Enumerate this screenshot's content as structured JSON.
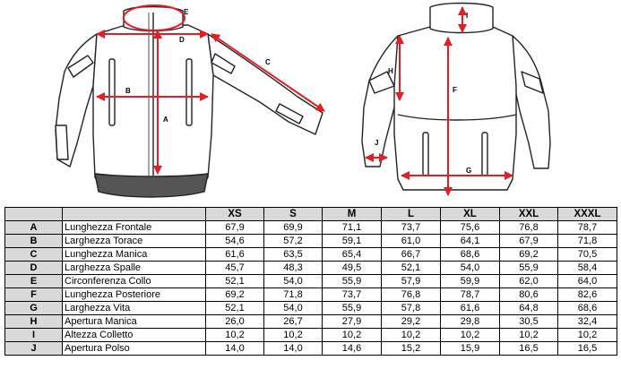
{
  "diagram": {
    "front_labels": [
      "A",
      "B",
      "C",
      "D",
      "E"
    ],
    "back_labels": [
      "F",
      "G",
      "H",
      "I",
      "J"
    ]
  },
  "table": {
    "sizes": [
      "XS",
      "S",
      "M",
      "L",
      "XL",
      "XXL",
      "XXXL"
    ],
    "rows": [
      {
        "code": "A",
        "label": "Lunghezza Frontale",
        "values": [
          "67,9",
          "69,9",
          "71,1",
          "73,7",
          "75,6",
          "76,8",
          "78,7"
        ]
      },
      {
        "code": "B",
        "label": "Larghezza Torace",
        "values": [
          "54,6",
          "57,2",
          "59,1",
          "61,0",
          "64,1",
          "67,9",
          "71,8"
        ]
      },
      {
        "code": "C",
        "label": "Lunghezza Manica",
        "values": [
          "61,6",
          "63,5",
          "65,4",
          "66,7",
          "68,6",
          "69,2",
          "70,5"
        ]
      },
      {
        "code": "D",
        "label": "Larghezza Spalle",
        "values": [
          "45,7",
          "48,3",
          "49,5",
          "52,1",
          "54,0",
          "55,9",
          "58,4"
        ]
      },
      {
        "code": "E",
        "label": "Circonferenza Collo",
        "values": [
          "52,1",
          "54,0",
          "55,9",
          "57,9",
          "59,9",
          "62,0",
          "64,0"
        ]
      },
      {
        "code": "F",
        "label": "Lunghezza Posteriore",
        "values": [
          "69,2",
          "71,8",
          "73,7",
          "76,8",
          "78,7",
          "80,6",
          "82,6"
        ]
      },
      {
        "code": "G",
        "label": "Larghezza Vita",
        "values": [
          "52,1",
          "54,0",
          "55,9",
          "57,8",
          "61,6",
          "64,8",
          "68,6"
        ]
      },
      {
        "code": "H",
        "label": "Apertura Manica",
        "values": [
          "26,0",
          "26,7",
          "27,9",
          "29,2",
          "29,8",
          "30,5",
          "32,4"
        ]
      },
      {
        "code": "I",
        "label": "Altezza Colletto",
        "values": [
          "10,2",
          "10,2",
          "10,2",
          "10,2",
          "10,2",
          "10,2",
          "10,2"
        ]
      },
      {
        "code": "J",
        "label": "Apertura Polso",
        "values": [
          "14,0",
          "14,0",
          "14,6",
          "15,2",
          "15,9",
          "16,5",
          "16,5"
        ]
      }
    ]
  },
  "colors": {
    "measure": "#e31e24",
    "outline": "#222222",
    "header_bg": "#d9d9d9"
  }
}
